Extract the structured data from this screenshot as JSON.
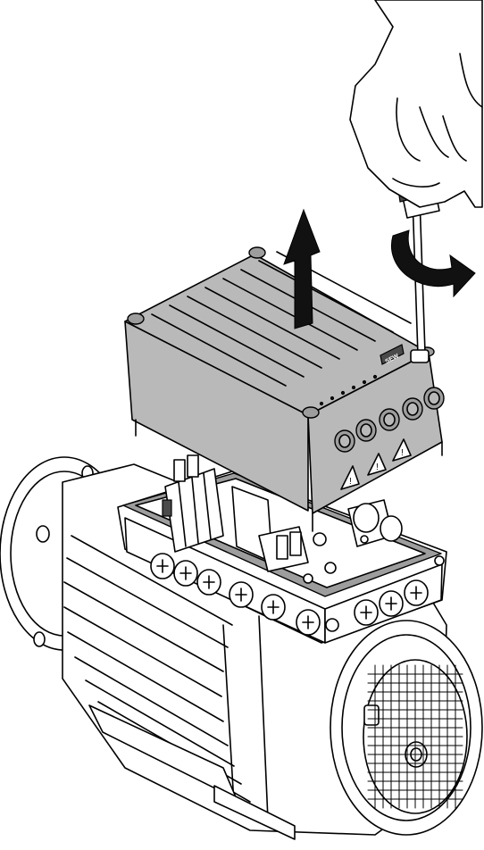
{
  "figure": {
    "logo_text": "SEW",
    "parts": [
      "electric-motor",
      "terminal-box",
      "inverter-cover",
      "screwdriver",
      "hand"
    ],
    "arrows": [
      "lift-up-arrow",
      "rotate-arrow"
    ],
    "colors": {
      "line": "#000000",
      "cover": "#b9b9b9",
      "background": "#ffffff",
      "arrow": "#111111"
    }
  }
}
